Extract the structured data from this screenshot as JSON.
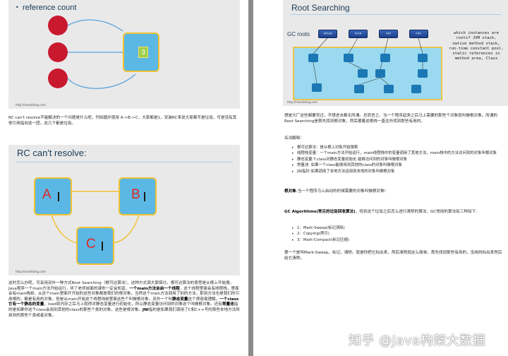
{
  "left": {
    "slide1": {
      "bullet": "reference count",
      "box_number": "3",
      "watermark": "http://mashibing.com"
    },
    "para1": "RC can't resolve不能解决的一个问题是什么呢，列如循环使用 A->B->C，大家都是1，安装RC来说大家都不是垃圾，可是没有其他引用指向这一团，这几个都是垃圾。",
    "slide2": {
      "title": "RC can't resolve:",
      "label_a": "A",
      "label_b": "B",
      "label_c": "C",
      "watermark": "http://mashibing.com"
    },
    "para2_html": "这时怎么办呢，可采用另外一种方式Root Searching（根可达算法）。这种方式调大家探讨。根可达算法的意思是从根上开始搜，Java程序一个main方法开始运行，听了老师前面的课你一定会知道，<b>一个main方法会启一个线程</b>，这个线程里面会有线程栈，里面会有main栈帧。从这个main里面开开始的这些对象都是我们的根对象，当然这个main方法调用了别的方法，那别方法也是我们的引用根的，都是有用的对象，但是从main开始这个线程线帧里面这些个叫做根对象，另外一个叫<b>静态变量</b>这个很容易理解，<b>一个class它有一个静态的变量</b>，load到内存之后马上就得对静态变量进行初始化，所以静态变量访问到的对象这个叫做根对象。还有<b>常量池</b>指的是如果你这个class会用到其他的class的那些个类的对象，这些是根对象。<b>JNI</b>指的是如果我们调用了C和C++写的那些本地方法所用到的那些个类或者对象。"
  },
  "right": {
    "slide3": {
      "title": "Root Searching",
      "gc_roots_label": "GC roots",
      "box_labels": [
        "线程栈变量",
        "静态变量",
        "常量池",
        "JNI指针"
      ],
      "side_note": "which instances are roots? JVM stack, native method stack, run-time constant pool, static references in method area, Clazz",
      "watermark": "http://mashibing.com"
    },
    "para1": "想是大厂这些都要背过，不想进去都无所谓。总而言之，当一个程序起来之后马上需要的那些个对象就叫做根对象。所谓的Root Searching是首先找到根对象，然后顺着这根线一直往外找到那些有用的。",
    "explain_heading": "名词解释：",
    "bullets1": [
      "根可达算法：是从根上对象开始搜索",
      "线程栈变量：一个main方法开始运行，main线程栈中的变量调用了其他方法，main栈中的方法访问到的对象叫根对象",
      "静态变量:T.class对静态变量初始化 能够访问到的对象叫做根对象",
      "常量池: 如果一个class能够用到其他的class的对象叫做根对象",
      "JNI指针:如果调用了本地方法运用到本地的对象叫做根对象"
    ],
    "root_obj_html": "<b>根对象</b>:当一个程序马上启动的时候需要的对象叫做根对象!",
    "gc_algo_html": "<b>GC Algorithms(常见的垃圾回收算法)</b>，找到这个垃圾之后怎么进行清除的算法，GC常用的算法有三种如下:",
    "bullets2": [
      "1：Mark-Sweep(标记清除)",
      "2：Copying(拷贝)",
      "3：Mark-Compact(标记压缩)"
    ],
    "para_last": "第一个是叫Mark-Sweep，标记，清除。就是你把它标出来，然后清除就这么简单。首先找到那些有用的，没用的标出来然后给它清除。"
  },
  "site_watermark": "知乎 @Java构架大数据"
}
